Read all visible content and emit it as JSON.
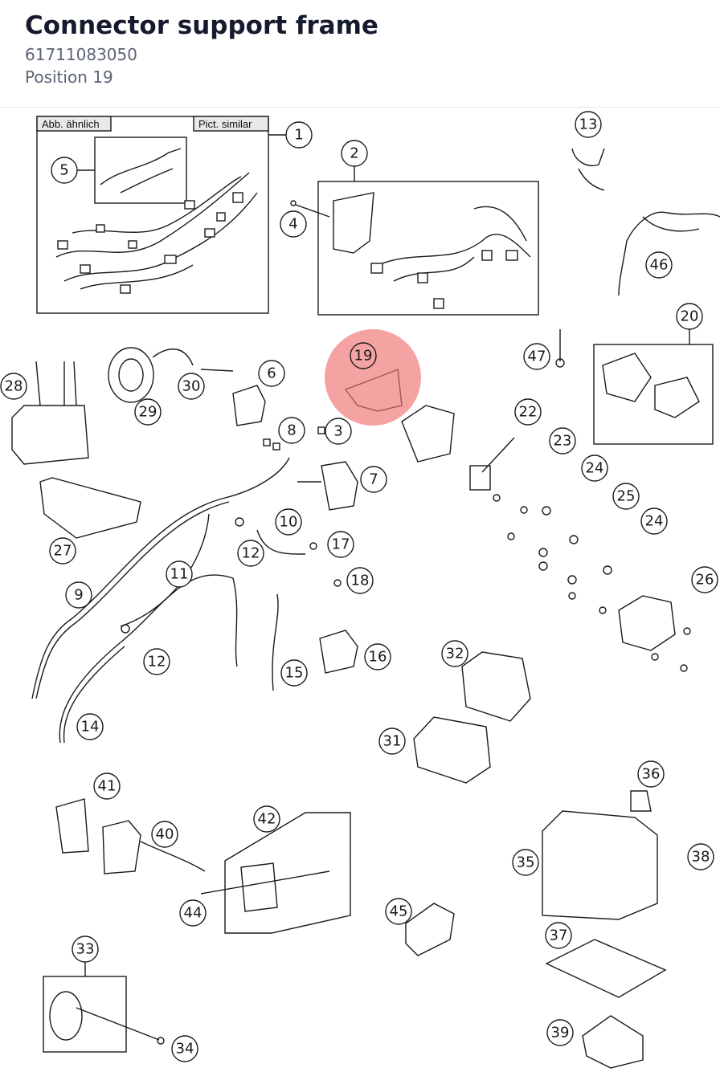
{
  "part": {
    "title": "Connector support frame",
    "number": "61711083050",
    "position": "Position 19"
  },
  "diagram": {
    "box_tags": [
      "Abb. ähnlich",
      "Pict. similar"
    ],
    "highlight_color": "#f07070",
    "callouts": [
      "1",
      "2",
      "3",
      "4",
      "5",
      "6",
      "7",
      "8",
      "9",
      "10",
      "11",
      "12",
      "12",
      "13",
      "14",
      "15",
      "16",
      "17",
      "18",
      "19",
      "20",
      "22",
      "23",
      "24",
      "24",
      "25",
      "26",
      "27",
      "28",
      "29",
      "30",
      "31",
      "32",
      "33",
      "34",
      "35",
      "36",
      "37",
      "38",
      "39",
      "40",
      "41",
      "42",
      "44",
      "45",
      "46",
      "47"
    ]
  }
}
